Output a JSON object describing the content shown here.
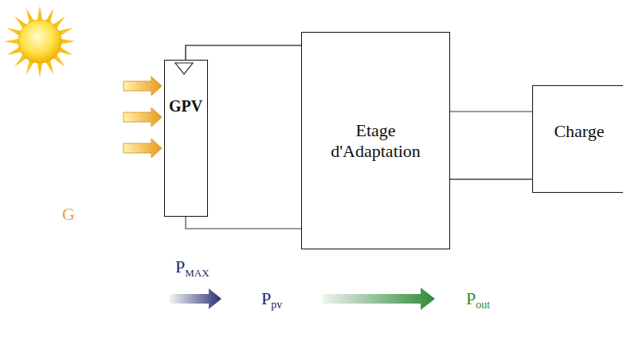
{
  "diagram": {
    "nodes": [
      {
        "text": [
          "GPV"
        ]
      },
      {
        "text": [
          "Etage d'Adaptation"
        ]
      },
      {
        "text": [
          "Charge"
        ]
      }
    ],
    "edges": [
      {
        "from": 0,
        "to": 1,
        "arrow": "none"
      },
      {
        "from": 0,
        "to": 1,
        "arrow": "none"
      },
      {
        "from": 1,
        "to": 2,
        "arrow": "none"
      },
      {
        "from": 1,
        "to": 2,
        "arrow": "none"
      }
    ],
    "labels": [
      "G",
      "P",
      "MAX",
      "P",
      "pv",
      "P",
      "out"
    ]
  }
}
